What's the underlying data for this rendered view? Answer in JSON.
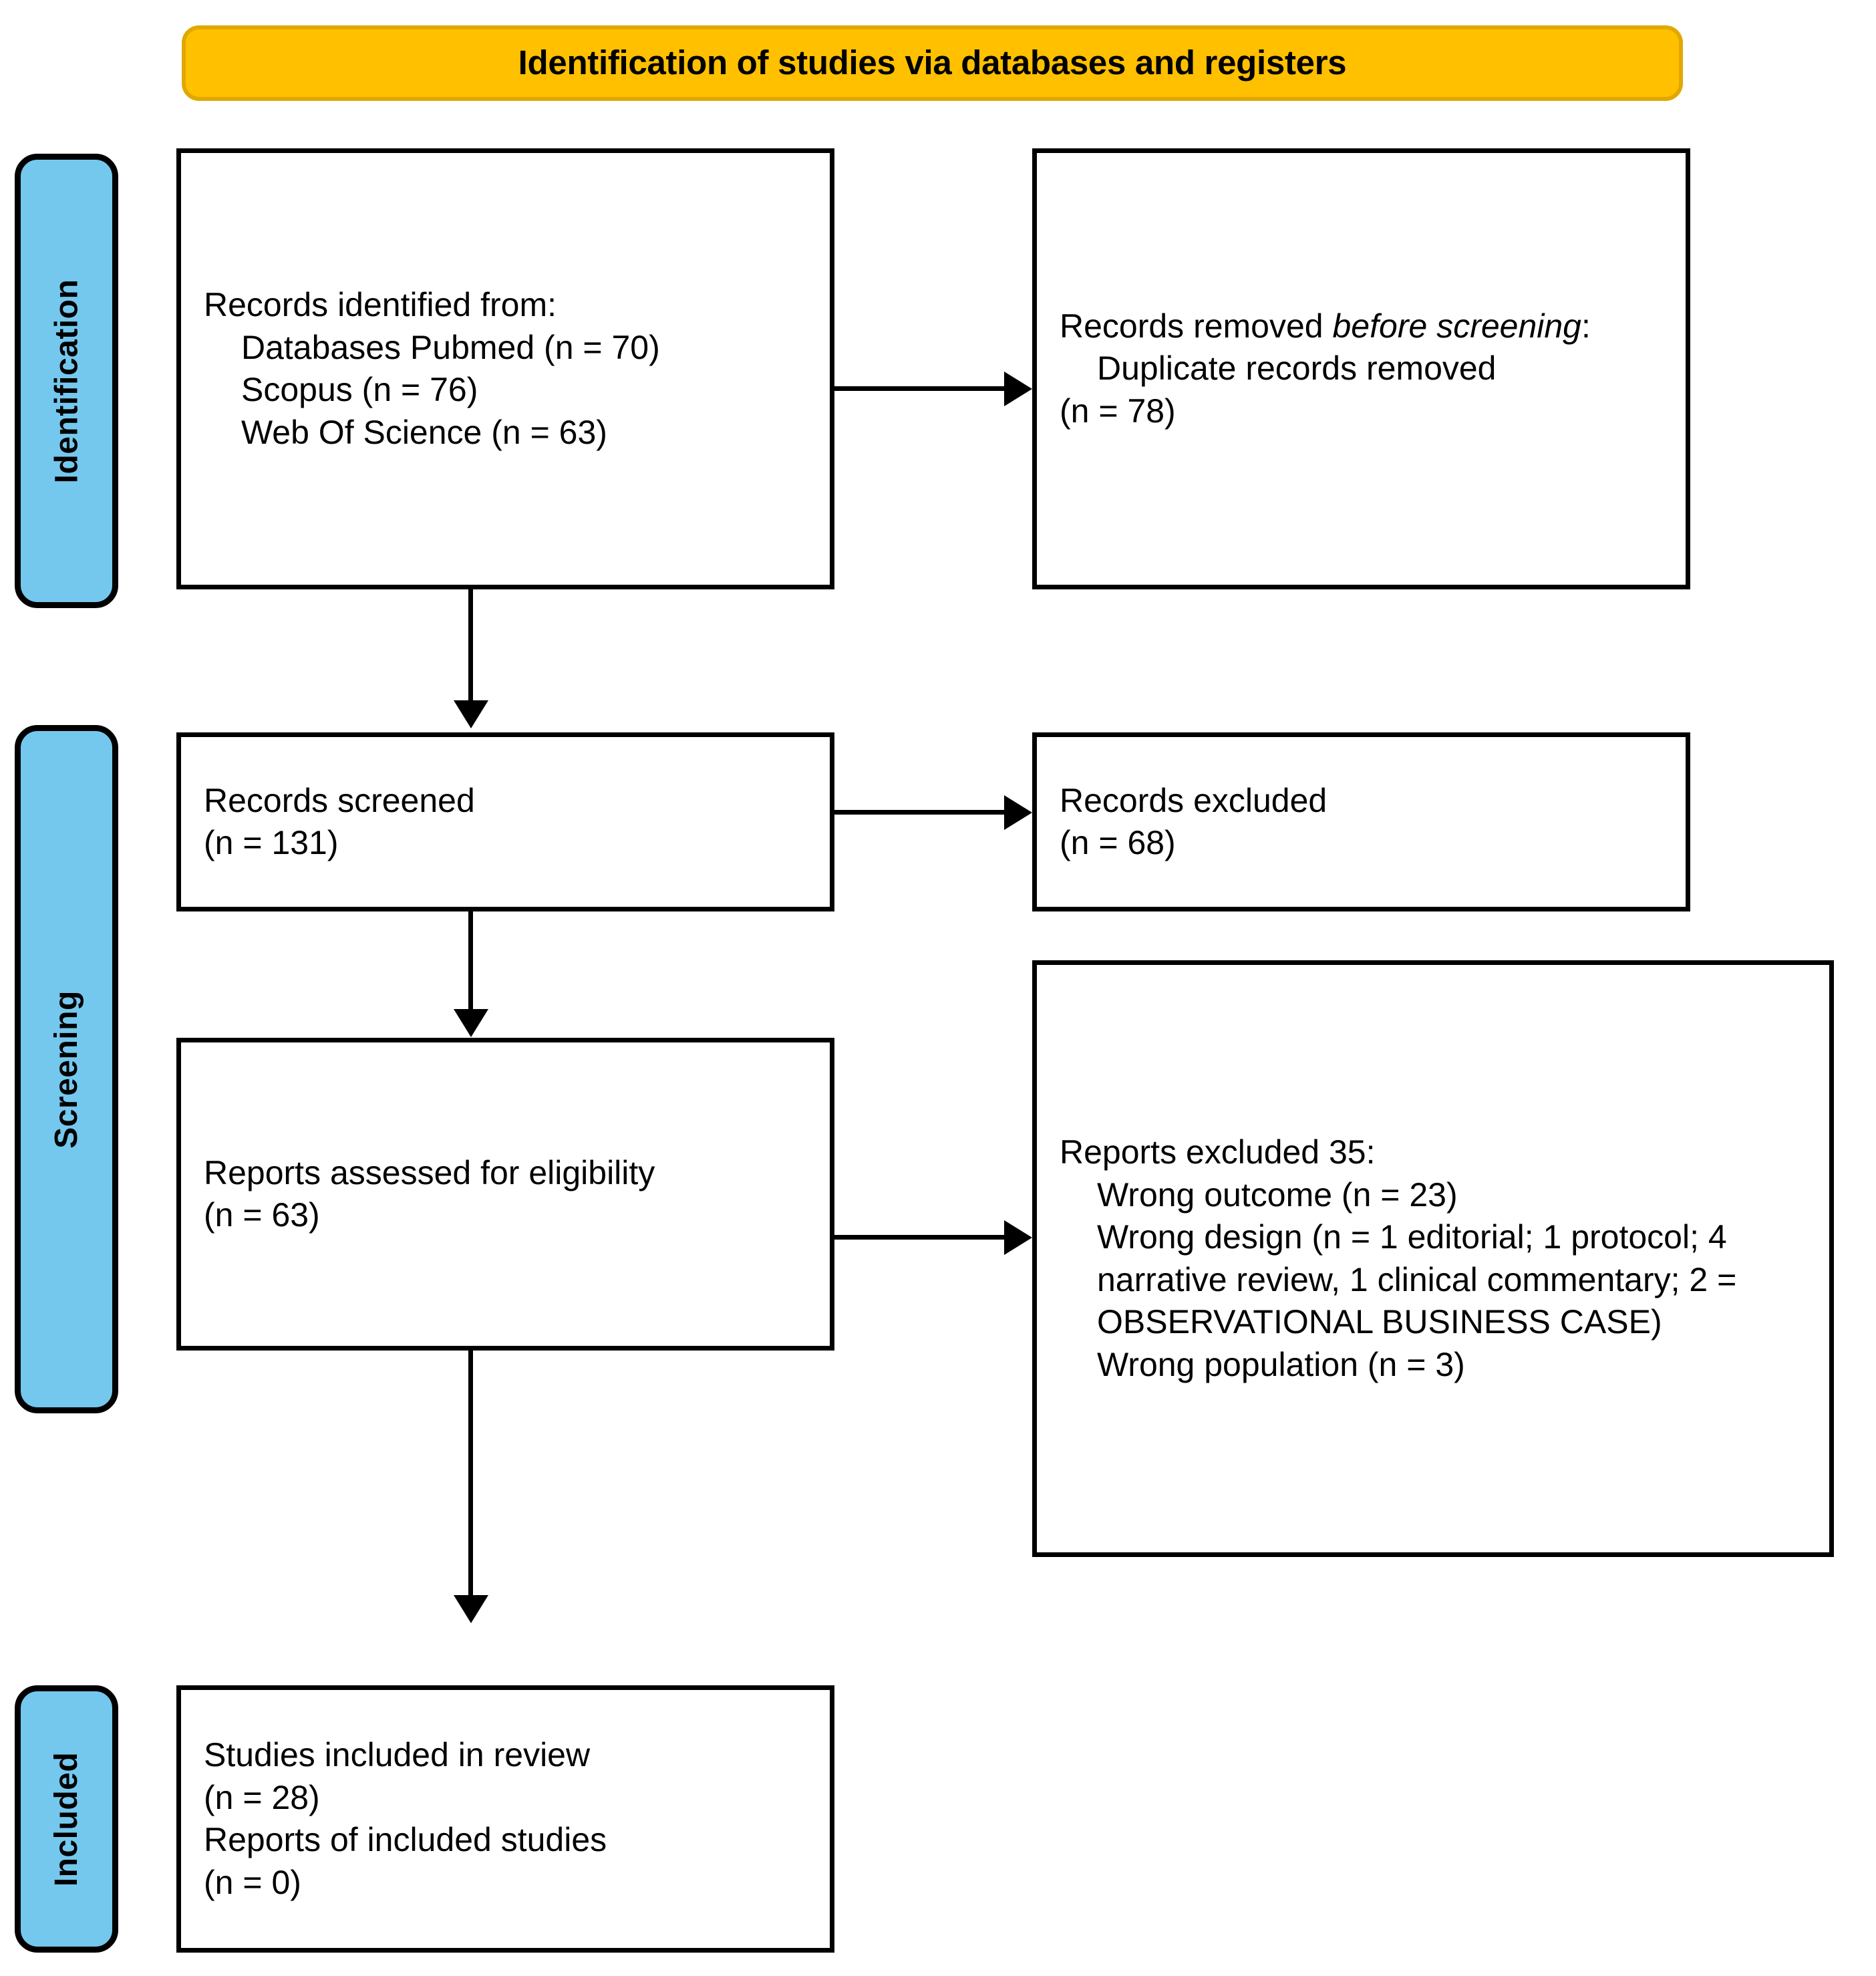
{
  "header": {
    "title": "Identification of studies via databases and registers",
    "background_color": "#FFC000",
    "border_color": "#E0A800"
  },
  "stages": {
    "accent_color": "#74C8EE",
    "items": [
      {
        "id": "identification",
        "label": "Identification"
      },
      {
        "id": "screening",
        "label": "Screening"
      },
      {
        "id": "included",
        "label": "Included"
      }
    ]
  },
  "boxes": {
    "records_identified": {
      "lines": [
        "Records identified from:",
        "Databases Pubmed (n = 70)",
        "Scopus (n = 76)",
        "Web Of Science (n = 63)"
      ]
    },
    "records_removed": {
      "line1_a": "Records removed ",
      "line1_b": "before",
      "line2_b": "screening",
      "line2_a": ":",
      "lines": [
        "Duplicate records removed",
        "(n = 78)"
      ]
    },
    "records_screened": {
      "lines": [
        "Records screened",
        "(n = 131)"
      ]
    },
    "records_excluded": {
      "lines": [
        "Records excluded",
        "(n = 68)"
      ]
    },
    "reports_assessed": {
      "lines": [
        "Reports assessed for eligibility",
        "(n = 63)"
      ]
    },
    "reports_excluded": {
      "heading": "Reports excluded 35:",
      "lines": [
        "Wrong outcome (n = 23)",
        "Wrong design (n = 1 editorial; 1 protocol; 4 narrative review, 1 clinical commentary; 2 = OBSERVATIONAL BUSINESS CASE)",
        "Wrong population (n = 3)"
      ]
    },
    "studies_included": {
      "lines": [
        "Studies included in review",
        "(n = 28)",
        "Reports of included studies",
        "(n = 0)"
      ]
    }
  },
  "counts": {
    "pubmed": 70,
    "scopus": 76,
    "web_of_science": 63,
    "duplicates_removed": 78,
    "records_screened": 131,
    "records_excluded": 68,
    "reports_assessed": 63,
    "reports_excluded_total": 35,
    "wrong_outcome": 23,
    "wrong_population": 3,
    "studies_included": 28,
    "reports_of_included_studies": 0
  }
}
